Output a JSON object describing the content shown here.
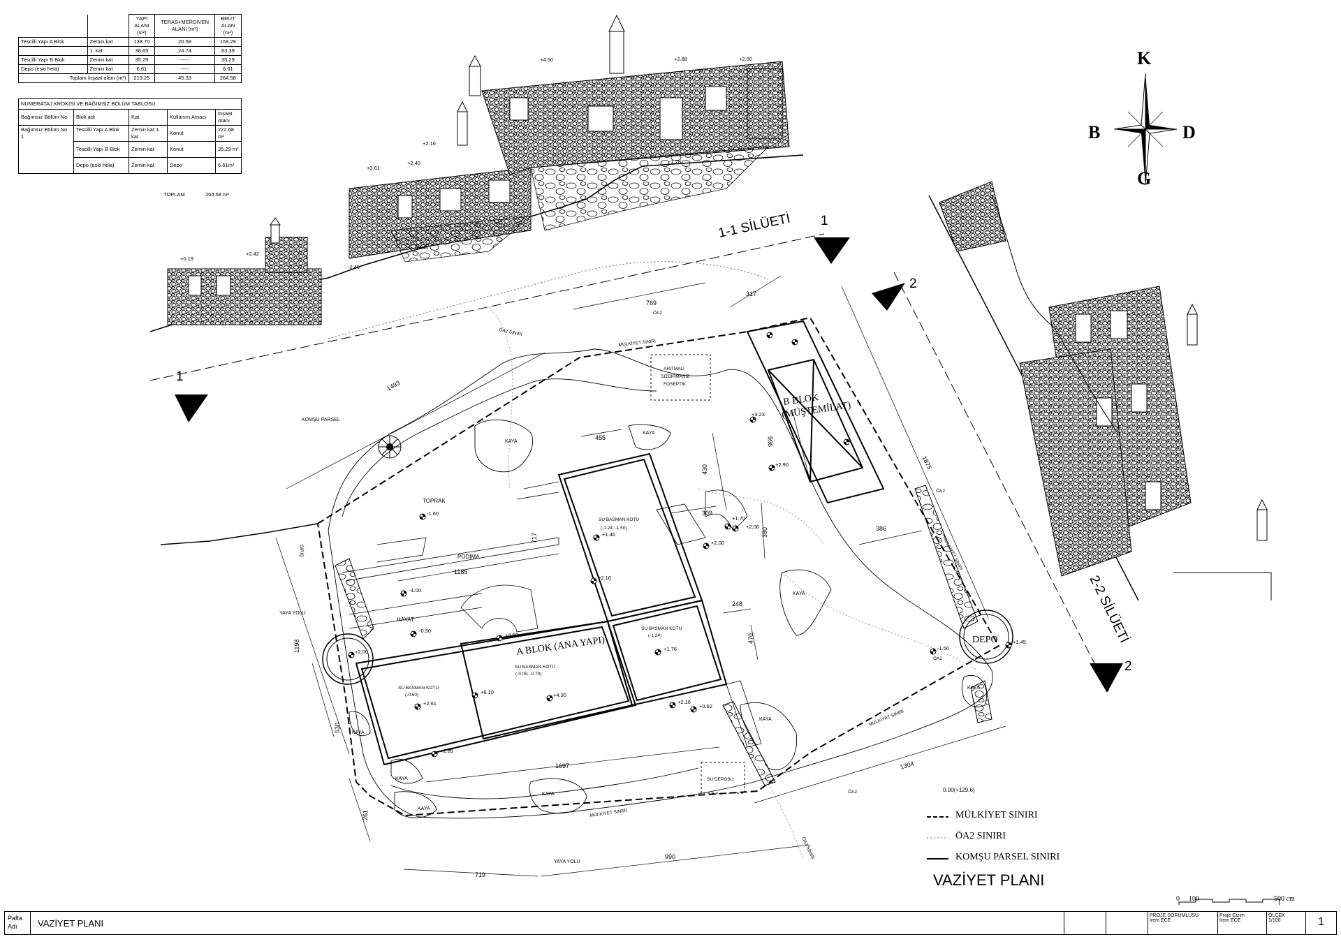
{
  "area_table": {
    "headers": [
      "YAPI ALANI (m²)",
      "TERAS+MERDİVEN ALANI (m²)",
      "BRÜT ALAN (m²)"
    ],
    "rows": [
      {
        "block": "Tescilli Yapı A Blok",
        "floor": "Zemin kat",
        "yapi": "138.70",
        "teras": "20.59",
        "brut": "159.29"
      },
      {
        "block": "",
        "floor": "1. kat",
        "yapi": "38.65",
        "teras": "24.74",
        "brut": "63.39"
      },
      {
        "block": "Tescilli Yapı B Blok",
        "floor": "Zemin kat",
        "yapi": "35.29",
        "teras": "-----",
        "brut": "35.29"
      },
      {
        "block": "Depo (eski hela)",
        "floor": "Zemin kat",
        "yapi": "6.61",
        "teras": "-----",
        "brut": "6.61"
      }
    ],
    "total": {
      "label": "Toplam İnşaat alanı (m²)",
      "yapi": "219.25",
      "teras": "45.33",
      "brut": "264.58"
    }
  },
  "unit_table": {
    "title": "NUMERATAJ KROKİSİ VE BAĞIMSIZ BÖLÜM TABLOSU",
    "headers": [
      "Bağımsız Bölüm No",
      "Blok adı",
      "Kat",
      "Kullanım Amacı",
      "İnşaat Alanı"
    ],
    "section_no": "Bağımsız Bölüm No 1",
    "rows": [
      {
        "block": "Tescilli Yapı A Blok",
        "floor": "Zemin kat 1. kat",
        "use": "Konut",
        "area": "222.68 m²"
      },
      {
        "block": "Tescilli Yapı B Blok",
        "floor": "Zemin kat",
        "use": "Konut",
        "area": "35.29 m²"
      },
      {
        "block": "Depo (eski hela)",
        "floor": "Zemin kat",
        "use": "Depo",
        "area": "6.61m²"
      }
    ],
    "total_label": "TOPLAM",
    "total_value": "264.58 m²"
  },
  "compass": {
    "north": "K",
    "south": "G",
    "west": "B",
    "east": "D"
  },
  "section_labels": {
    "s11": "1-1 SİLÜETİ",
    "s22": "2-2 SİLÜETİ",
    "one": "1",
    "two": "2"
  },
  "plan_labels": {
    "a_blok": "A BLOK (ANA YAPI)",
    "b_blok_1": "B BLOK",
    "b_blok_2": "(MÜŞTEMİLAT)",
    "depo": "DEPO",
    "toprak": "TOPRAK",
    "podima": "PODİMA",
    "hayat": "HAYAT",
    "komsu": "KOMŞU PARSEL",
    "yaya_yolu": "YAYA YOLU",
    "kaya": "KAYA",
    "su_deposu": "SU DEPOSU",
    "aritma_1": "ARITMALI",
    "aritma_2": "SIZDIRMASIZ",
    "aritma_3": "FOSEPTİK",
    "mulkiyet": "MÜLKİYET SINIRI",
    "oa2": "ÖA2",
    "oa2_siniri": "ÖA2 SINIRI",
    "su_basman": "SU BASMAN KOTU",
    "giris": "GİRİŞ",
    "ref": "0.00(+129.6)"
  },
  "su_basman_values": [
    "(-1.24; -1.50)",
    "(-1.24)",
    "(-0.05; -0.70)",
    "(-0.50)"
  ],
  "levels": [
    "-1.60",
    "-1.00",
    "-0.50",
    "+4.50",
    "+2.00",
    "+2.16",
    "+1.46",
    "+1.76",
    "+4.30",
    "+2.61",
    "+6.10",
    "+2.89",
    "+2.16",
    "+0.62",
    "+1.70",
    "+2.06",
    "+2.00",
    "+3.23",
    "+2.90",
    "-1.50",
    "+1.45",
    "+2.40",
    "+2.16",
    "+3.61",
    "+4.50",
    "+2.88",
    "+2.00",
    "-1.78",
    "-2.43",
    "+0.19",
    "+2.42",
    "-2.40"
  ],
  "dimensions": [
    "769",
    "317",
    "1493",
    "455",
    "430",
    "966",
    "1875",
    "309",
    "717",
    "380",
    "1185",
    "248",
    "470",
    "386",
    "1198",
    "530",
    "261",
    "1697",
    "1304",
    "719",
    "990"
  ],
  "legend": {
    "mulkiyet": "MÜLKİYET SINIRI",
    "oa2": "ÖA2 SINIRI",
    "komsu": "KOMŞU PARSEL SINIRI"
  },
  "plan_title": "VAZİYET PLANI",
  "scale_bar": {
    "zero": "0",
    "mid": "100",
    "end": "500 cm"
  },
  "title_block": {
    "pafta_label_1": "Pafta",
    "pafta_label_2": "Adı",
    "sheet_name": "VAZİYET PLANI",
    "proje_sorumlusu_label": "PROJE SORUMLUSU",
    "proje_sorumlusu": "İrem ECE",
    "proje_cizim_label": "Proje Çizim",
    "proje_cizim": "İrem ECE",
    "olcek_label": "ÖLÇEK",
    "olcek": "1/100",
    "page": "1"
  }
}
